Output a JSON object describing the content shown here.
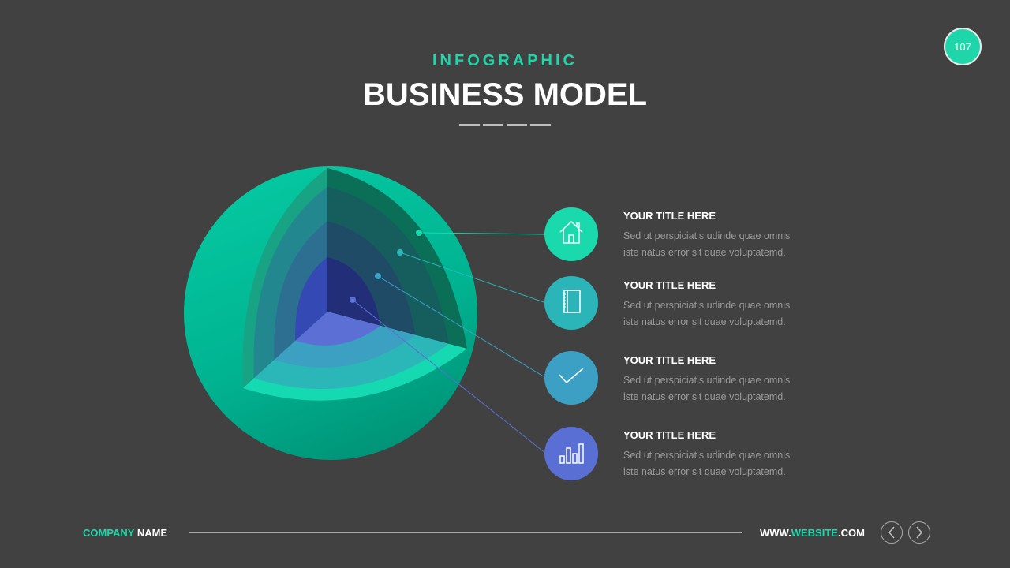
{
  "header": {
    "subtitle": "INFOGRAPHIC",
    "title": "BUSINESS MODEL",
    "page_number": "107"
  },
  "items": [
    {
      "title": "YOUR TITLE HERE",
      "line1": "Sed ut perspiciatis udinde quae omnis",
      "line2": "iste natus error sit quae voluptatemd.",
      "icon": "house-icon",
      "color": "#19d9ad"
    },
    {
      "title": "YOUR TITLE HERE",
      "line1": "Sed ut perspiciatis udinde quae omnis",
      "line2": "iste natus error sit quae voluptatemd.",
      "icon": "notebook-icon",
      "color": "#2bb5b8"
    },
    {
      "title": "YOUR TITLE HERE",
      "line1": "Sed ut perspiciatis udinde quae omnis",
      "line2": "iste natus error sit quae voluptatemd.",
      "icon": "checkmark-icon",
      "color": "#3ba0c4"
    },
    {
      "title": "YOUR TITLE HERE",
      "line1": "Sed ut perspiciatis udinde quae omnis",
      "line2": "iste natus error sit quae voluptatemd.",
      "icon": "bar-chart-icon",
      "color": "#5a6fd4"
    }
  ],
  "footer": {
    "company_accent": "COMPANY",
    "company_rest": " NAME",
    "web_pre": "WWW.",
    "web_accent": "WEBSITE",
    "web_post": ".COM"
  },
  "colors": {
    "accent": "#1ed6aa",
    "background": "#414141"
  }
}
